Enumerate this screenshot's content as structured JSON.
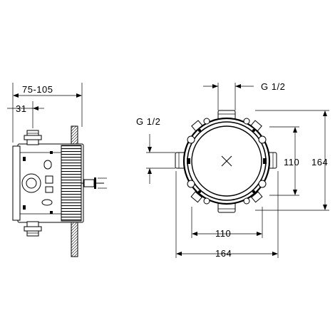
{
  "side_view": {
    "dim_overall": "75-105",
    "dim_offset": "31"
  },
  "front_view": {
    "thread_top": "G 1/2",
    "thread_left": "G 1/2",
    "dim_inner_vertical": "110",
    "dim_outer_vertical": "164",
    "dim_inner_horizontal": "110",
    "dim_outer_horizontal": "164"
  },
  "colors": {
    "line": "#000000",
    "background": "#ffffff"
  }
}
